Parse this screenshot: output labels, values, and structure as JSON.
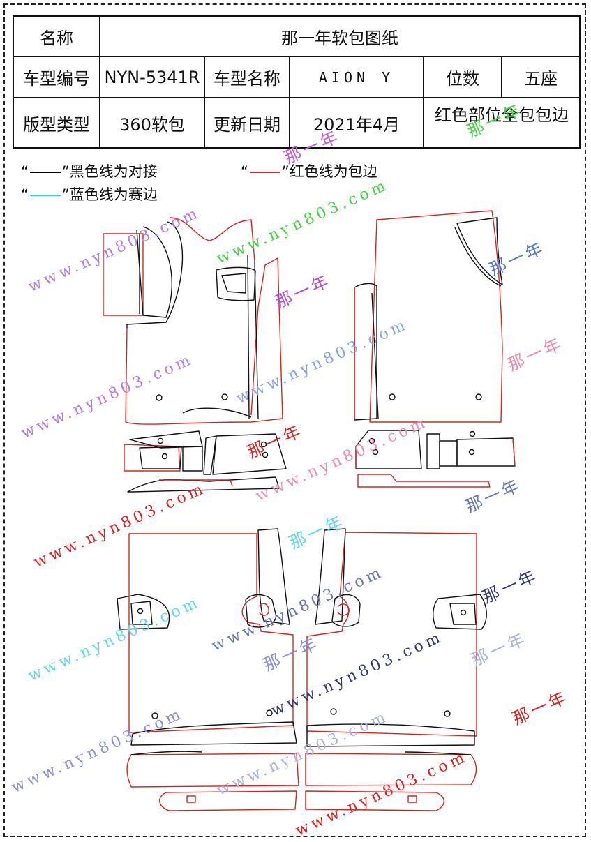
{
  "table": {
    "row1": {
      "label": "名称",
      "value": "那一年软包图纸"
    },
    "row2": {
      "label_model_no": "车型编号",
      "model_no": "NYN-5341R",
      "label_model_name": "车型名称",
      "model_name": "AION Y",
      "label_seats": "位数",
      "seats": "五座"
    },
    "row3": {
      "label_type": "版型类型",
      "type": "360软包",
      "label_update": "更新日期",
      "update": "2021年4月",
      "note": "红色部位全包包边"
    }
  },
  "legend": {
    "black": {
      "open": "“",
      "close": "”",
      "text": "黑色线为对接",
      "color": "#000000"
    },
    "red": {
      "open": "“",
      "close": "”",
      "text": "红色线为包边",
      "color": "#e02020"
    },
    "cyan": {
      "open": "“",
      "close": "”",
      "text": "蓝色线为赛边",
      "color": "#22d8e8"
    }
  },
  "watermarks": {
    "url": "www.nyn803.com",
    "name": "那一年"
  },
  "colors": {
    "outline": "#111111",
    "binding": "#e02020"
  }
}
